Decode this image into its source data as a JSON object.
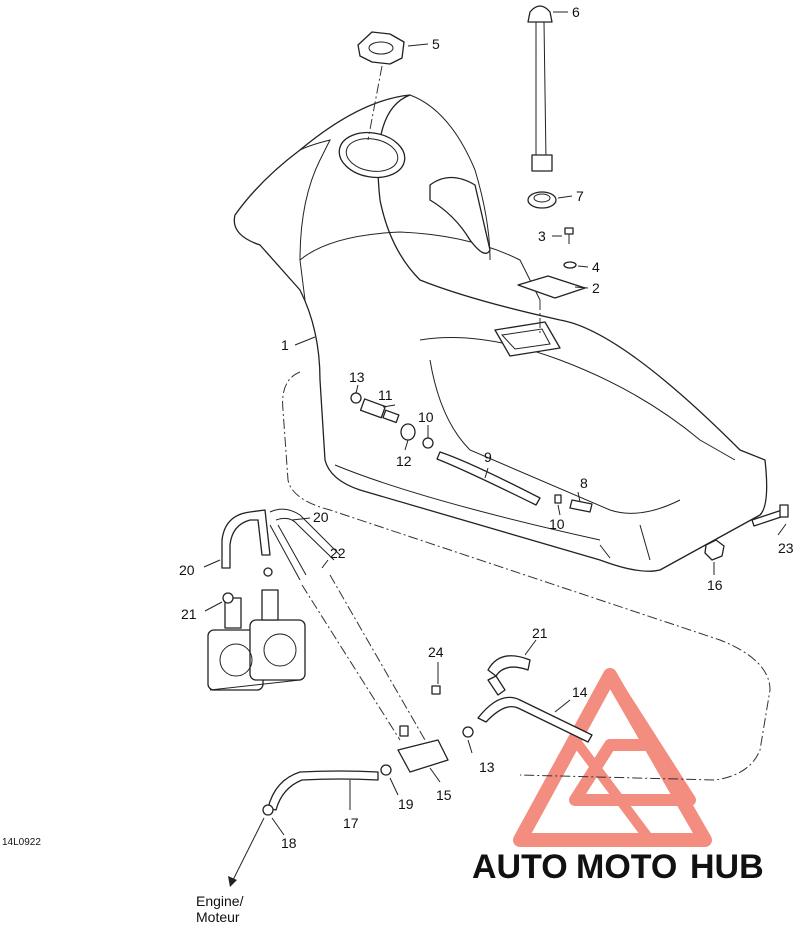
{
  "diagram": {
    "ref_code": "14L0922",
    "engine_label_line1": "Engine/",
    "engine_label_line2": "Moteur",
    "callouts": [
      "1",
      "2",
      "3",
      "4",
      "5",
      "6",
      "7",
      "8",
      "9",
      "10",
      "10",
      "11",
      "12",
      "13",
      "13",
      "14",
      "15",
      "16",
      "17",
      "18",
      "19",
      "20",
      "20",
      "21",
      "21",
      "22",
      "23",
      "24"
    ]
  },
  "watermark": {
    "part1": "AUTO",
    "part2": "MOTO",
    "part3": "HUB",
    "color_yellow": "#f0c040",
    "color_red": "#f08070",
    "color_dark": "#555555"
  }
}
